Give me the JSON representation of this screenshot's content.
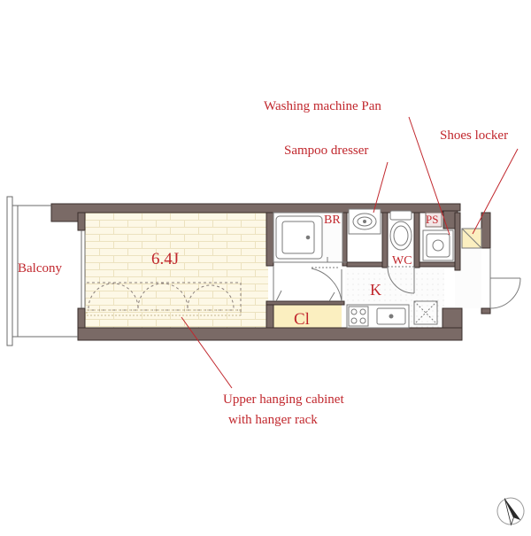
{
  "rooms": {
    "living": "6.4J",
    "bathroom": "BR",
    "toilet": "WC",
    "kitchen": "K",
    "closet": "Cl",
    "pipe_space": "PS"
  },
  "labels": {
    "balcony": "Balcony",
    "washing_machine_pan": "Washing machine Pan",
    "shampoo_dresser": "Sampoo dresser",
    "shoes_locker": "Shoes locker",
    "upper_cabinet_line1": "Upper hanging cabinet",
    "upper_cabinet_line2": "with hanger rack"
  },
  "colors": {
    "wall": "#7a6a66",
    "wall_outline": "#3a2f2c",
    "floor_wood": "#fdf8e6",
    "floor_line": "#ede3c2",
    "closet_fill": "#fbefc0",
    "annotation": "#c1272d",
    "fixture": "#6b6b6b"
  },
  "icons": {
    "north_arrow": "compass-north-icon"
  }
}
